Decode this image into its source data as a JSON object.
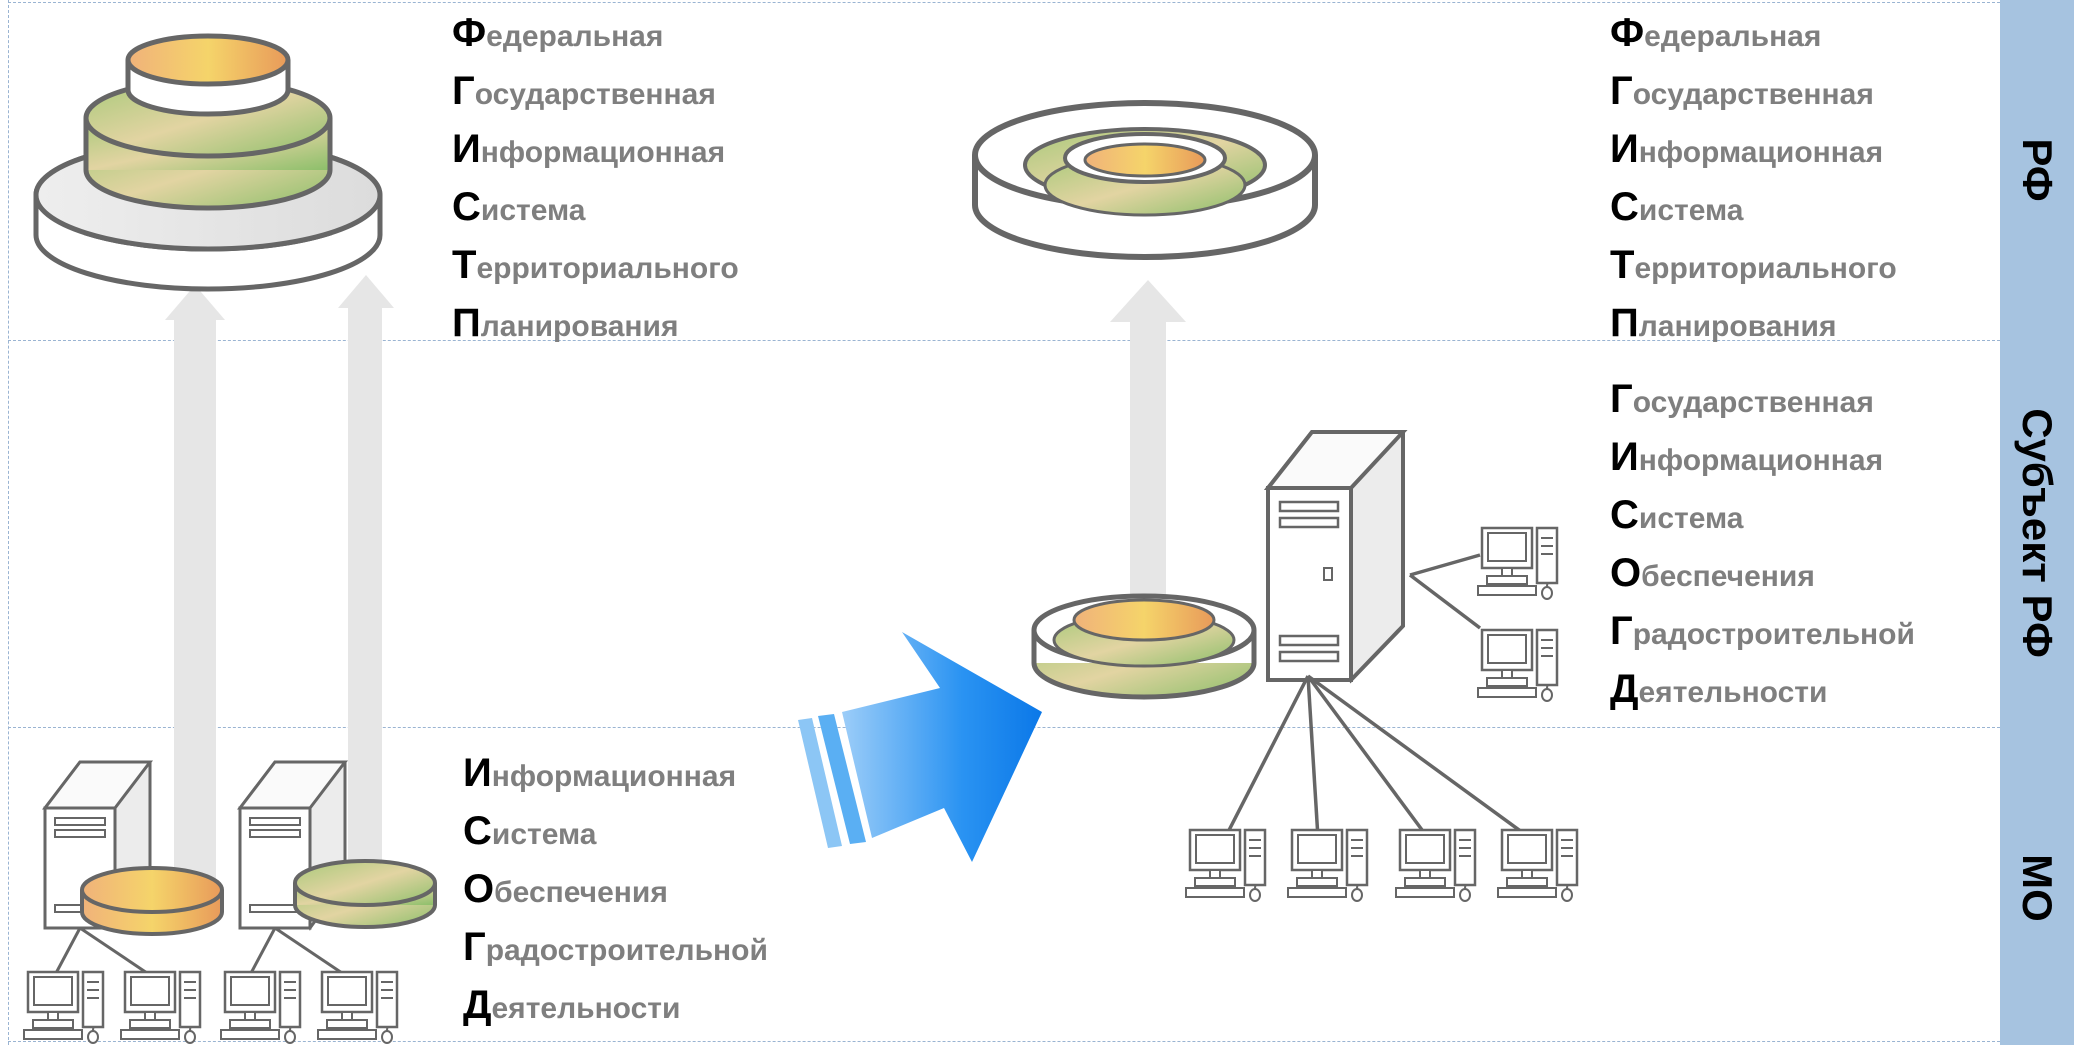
{
  "levels": [
    {
      "label": "РФ"
    },
    {
      "label": "Субъект РФ"
    },
    {
      "label": "МО"
    }
  ],
  "blocks": {
    "federal_left": [
      {
        "first": "Ф",
        "rest": "едеральная"
      },
      {
        "first": "Г",
        "rest": "осударственная"
      },
      {
        "first": "И",
        "rest": "нформационная"
      },
      {
        "first": "С",
        "rest": "истема"
      },
      {
        "first": "Т",
        "rest": "ерриториального"
      },
      {
        "first": "П",
        "rest": "ланирования"
      }
    ],
    "federal_right": [
      {
        "first": "Ф",
        "rest": "едеральная"
      },
      {
        "first": "Г",
        "rest": "осударственная"
      },
      {
        "first": "И",
        "rest": "нформационная"
      },
      {
        "first": "С",
        "rest": "истема"
      },
      {
        "first": "Т",
        "rest": "ерриториального"
      },
      {
        "first": "П",
        "rest": "ланирования"
      }
    ],
    "regional": [
      {
        "first": "Г",
        "rest": "осударственная"
      },
      {
        "first": "И",
        "rest": "нформационная"
      },
      {
        "first": "С",
        "rest": "истема"
      },
      {
        "first": "О",
        "rest": "беспечения"
      },
      {
        "first": "Г",
        "rest": "радостроительной"
      },
      {
        "first": "Д",
        "rest": "еятельности"
      }
    ],
    "municipal": [
      {
        "first": "И",
        "rest": "нформационная"
      },
      {
        "first": "С",
        "rest": "истема"
      },
      {
        "first": "О",
        "rest": "беспечения"
      },
      {
        "first": "Г",
        "rest": "радостроительной"
      },
      {
        "first": "Д",
        "rest": "еятельности"
      }
    ]
  },
  "colors": {
    "band_line": "#9ab4d2",
    "sidebar": "#a6c3e0",
    "arrow_gray": "#e6e6e6",
    "arrow_blue": "#1f8ef1",
    "outline": "#666666"
  }
}
